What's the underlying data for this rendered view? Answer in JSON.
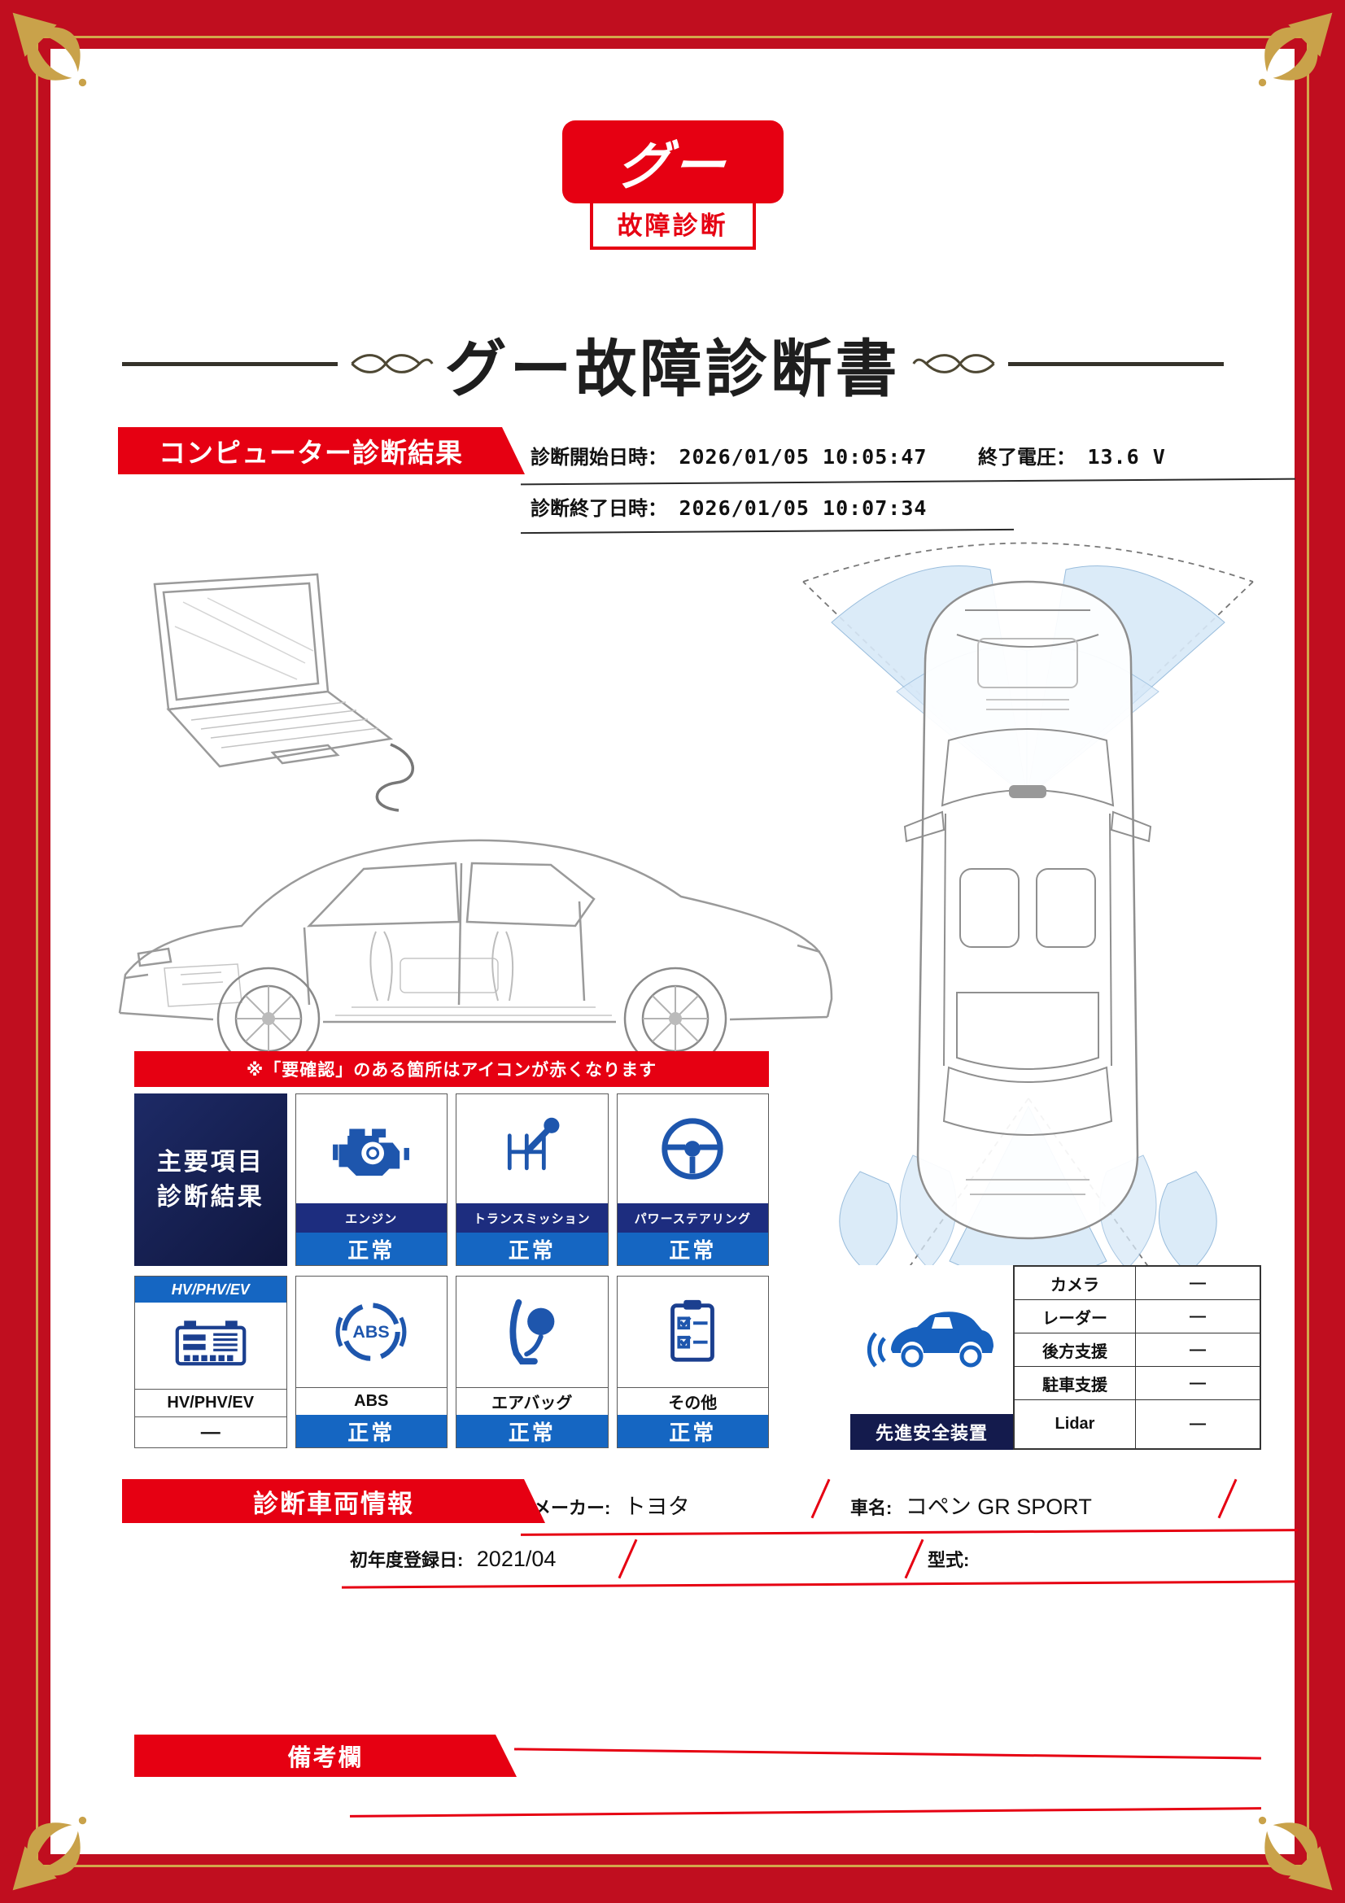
{
  "logo": {
    "brand": "グー",
    "sub": "故障診断"
  },
  "title": "グー故障診断書",
  "computer_diagnosis": {
    "section_title": "コンピューター診断結果",
    "start_label": "診断開始日時：",
    "start_value": "2026/01/05 10:05:47",
    "end_voltage_label": "終了電圧：",
    "end_voltage_value": "13.6 V",
    "end_label": "診断終了日時：",
    "end_value": "2026/01/05 10:07:34"
  },
  "notice": "※「要確認」のある箇所はアイコンが赤くなります",
  "main_results": {
    "header_line1": "主要項目",
    "header_line2": "診断結果",
    "items": [
      {
        "label": "エンジン",
        "status": "正常",
        "icon": "engine-icon"
      },
      {
        "label": "トランスミッション",
        "status": "正常",
        "icon": "transmission-icon"
      },
      {
        "label": "パワーステアリング",
        "status": "正常",
        "icon": "power-steering-icon"
      },
      {
        "top_label": "HV/PHV/EV",
        "label": "HV/PHV/EV",
        "status": "—",
        "icon": "hv-battery-icon"
      },
      {
        "label": "ABS",
        "status": "正常",
        "icon": "abs-icon"
      },
      {
        "label": "エアバッグ",
        "status": "正常",
        "icon": "airbag-icon"
      },
      {
        "label": "その他",
        "status": "正常",
        "icon": "other-checklist-icon"
      }
    ]
  },
  "advanced_safety": {
    "label": "先進安全装置",
    "rows": [
      {
        "name": "カメラ",
        "value": "—"
      },
      {
        "name": "レーダー",
        "value": "—"
      },
      {
        "name": "後方支援",
        "value": "—"
      },
      {
        "name": "駐車支援",
        "value": "—"
      },
      {
        "name": "Lidar",
        "value": "—"
      }
    ]
  },
  "vehicle_info": {
    "section_title": "診断車両情報",
    "maker_label": "メーカー:",
    "maker_value": "トヨタ",
    "car_name_label": "車名:",
    "car_name_value": "コペン GR SPORT",
    "first_reg_label": "初年度登録日:",
    "first_reg_value": "2021/04",
    "model_label": "型式:",
    "model_value": ""
  },
  "remarks": {
    "section_title": "備考欄"
  },
  "colors": {
    "frame_red": "#c00e1f",
    "accent_red": "#e60012",
    "navy": "#141b4d",
    "label_navy": "#1d2d7f",
    "status_blue": "#1566c2",
    "icon_blue": "#1e56ad",
    "gold": "#c9a24a"
  }
}
